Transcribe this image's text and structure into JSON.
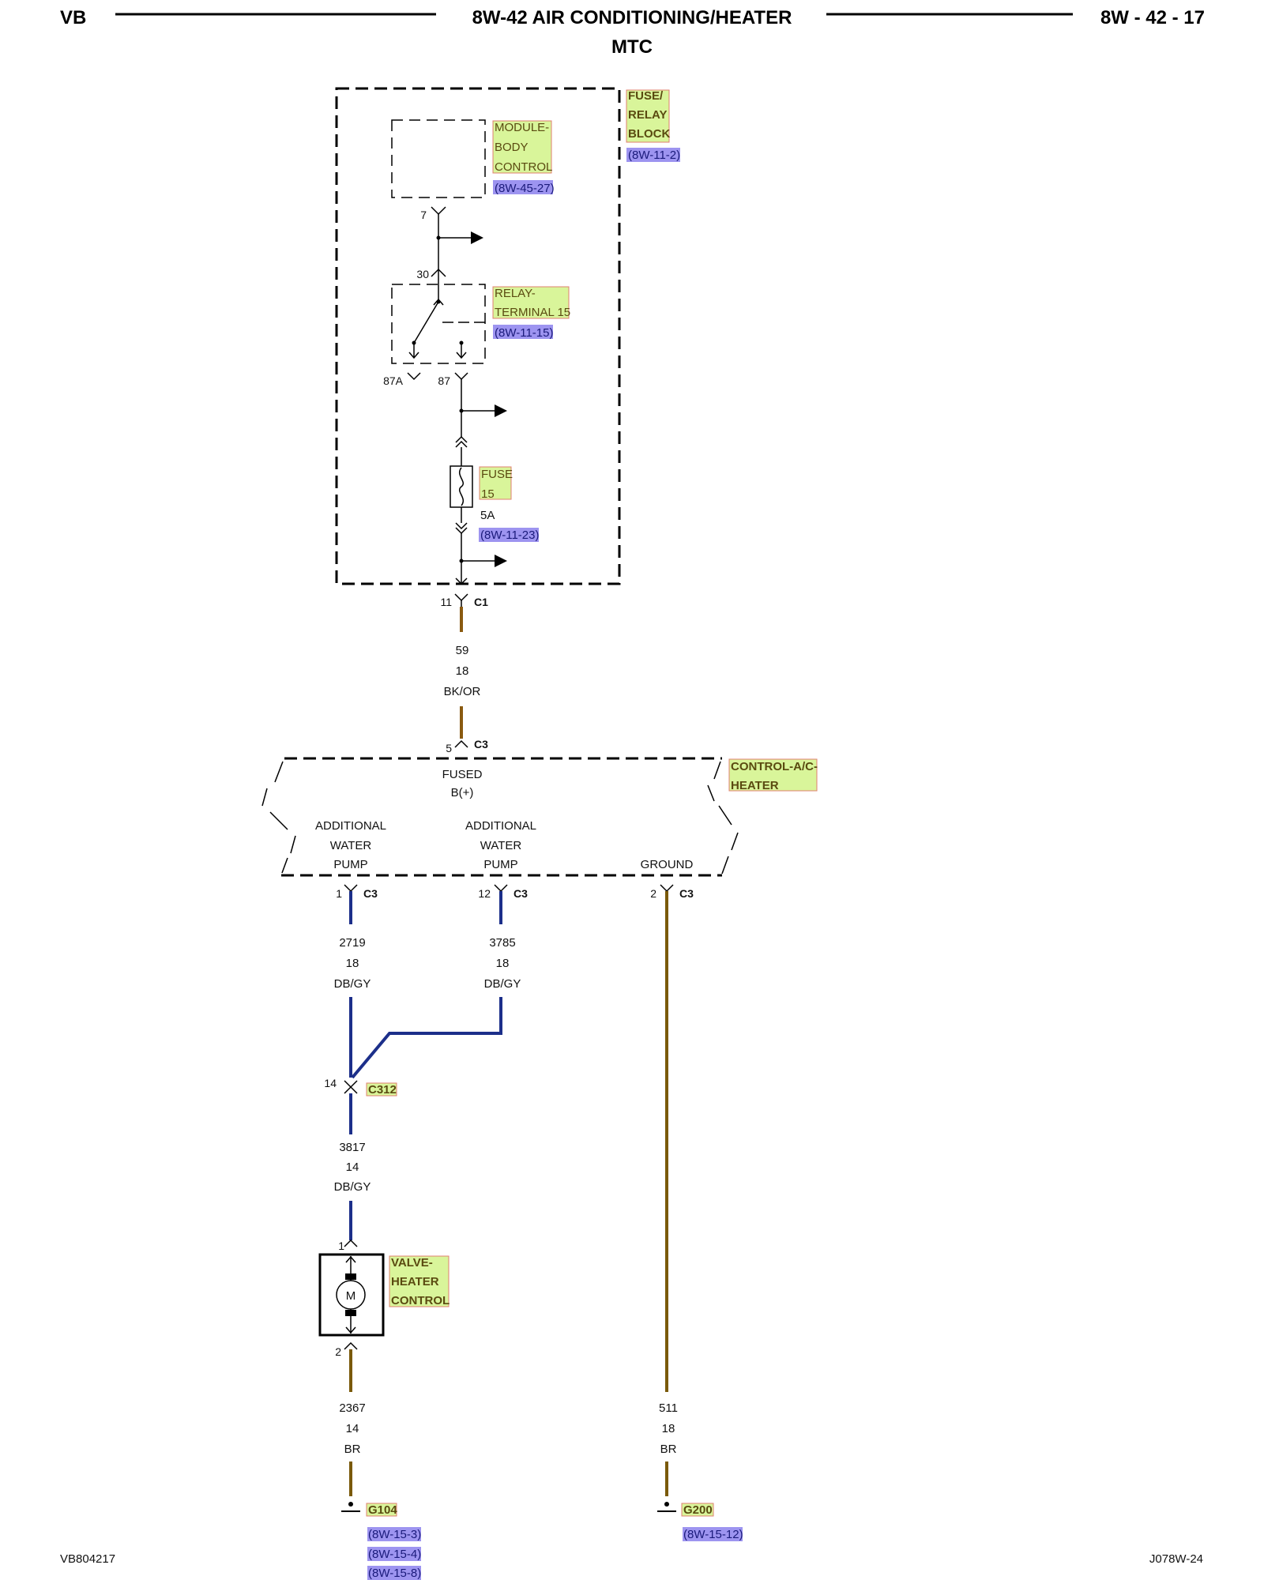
{
  "header": {
    "left": "VB",
    "title": "8W-42 AIR CONDITIONING/HEATER",
    "subtitle": "MTC",
    "page": "8W - 42 - 17"
  },
  "footer": {
    "left": "VB804217",
    "right": "J078W-24"
  },
  "colors": {
    "hot": "#8a5a10",
    "blue_wire": "#1c2f8a",
    "brown_wire": "#7a5a0a",
    "label_bg": "#d9f59a",
    "ref_bg": "#9d94f0",
    "label_border": "#e08070"
  },
  "fuse_relay_block": {
    "label": [
      "FUSE/",
      "RELAY",
      "BLOCK"
    ],
    "ref": "(8W-11-2)"
  },
  "module_body_control": {
    "label": [
      "MODULE-",
      "BODY",
      "CONTROL"
    ],
    "ref": "(8W-45-27)",
    "pin": "7"
  },
  "relay": {
    "label": [
      "RELAY-",
      "TERMINAL 15"
    ],
    "ref": "(8W-11-15)",
    "pin_30": "30",
    "pin_87a": "87A",
    "pin_87": "87"
  },
  "fuse": {
    "label": [
      "FUSE",
      "15"
    ],
    "rating": "5A",
    "ref": "(8W-11-23)"
  },
  "c1": {
    "pin": "11",
    "name": "C1"
  },
  "wire_59": {
    "circuit": "59",
    "gauge": "18",
    "color": "BK/OR"
  },
  "c3_top": {
    "pin": "5",
    "name": "C3"
  },
  "control_ac_heater": {
    "label": [
      "CONTROL-A/C-",
      "HEATER"
    ],
    "fused": [
      "FUSED",
      "B(+)"
    ],
    "pump1": [
      "ADDITIONAL",
      "WATER",
      "PUMP"
    ],
    "pump2": [
      "ADDITIONAL",
      "WATER",
      "PUMP"
    ],
    "ground": "GROUND"
  },
  "c3_pins": [
    {
      "pin": "1",
      "name": "C3"
    },
    {
      "pin": "12",
      "name": "C3"
    },
    {
      "pin": "2",
      "name": "C3"
    }
  ],
  "wire_2719": {
    "circuit": "2719",
    "gauge": "18",
    "color": "DB/GY"
  },
  "wire_3785": {
    "circuit": "3785",
    "gauge": "18",
    "color": "DB/GY"
  },
  "c312": {
    "pin": "14",
    "name": "C312"
  },
  "wire_3817": {
    "circuit": "3817",
    "gauge": "14",
    "color": "DB/GY"
  },
  "valve": {
    "label": [
      "VALVE-",
      "HEATER",
      "CONTROL"
    ],
    "motor": "M",
    "pin1": "1",
    "pin2": "2"
  },
  "wire_2367": {
    "circuit": "2367",
    "gauge": "14",
    "color": "BR"
  },
  "wire_511": {
    "circuit": "511",
    "gauge": "18",
    "color": "BR"
  },
  "g104": {
    "name": "G104",
    "refs": [
      "(8W-15-3)",
      "(8W-15-4)",
      "(8W-15-8)"
    ]
  },
  "g200": {
    "name": "G200",
    "refs": [
      "(8W-15-12)"
    ]
  }
}
